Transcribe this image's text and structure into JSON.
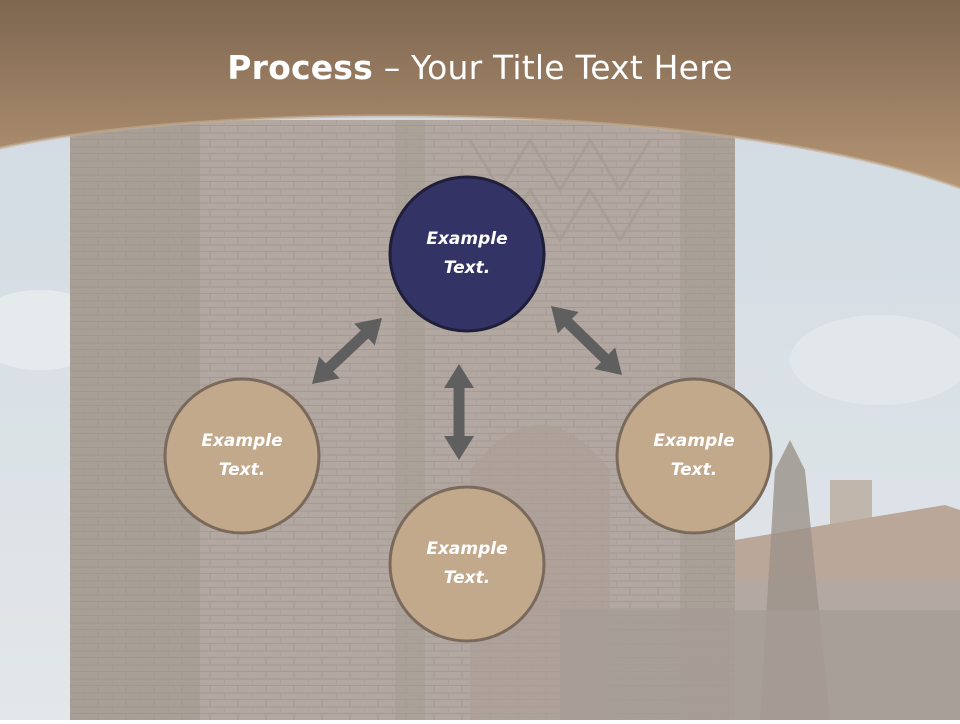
{
  "slide": {
    "title_bold": "Process",
    "title_separator": " – ",
    "title_rest": "Your Title Text Here"
  },
  "diagram": {
    "nodes": [
      {
        "id": "top",
        "line1": "Example",
        "line2": "Text.",
        "highlighted": true
      },
      {
        "id": "left",
        "line1": "Example",
        "line2": "Text.",
        "highlighted": false
      },
      {
        "id": "bottom",
        "line1": "Example",
        "line2": "Text.",
        "highlighted": false
      },
      {
        "id": "right",
        "line1": "Example",
        "line2": "Text.",
        "highlighted": false
      }
    ]
  },
  "colors": {
    "header_band": "#9c8062",
    "node_primary_fill": "#333366",
    "node_fill": "#c2a98c",
    "node_stroke": "#7a6a5c",
    "arrow": "#5f5f5f"
  }
}
